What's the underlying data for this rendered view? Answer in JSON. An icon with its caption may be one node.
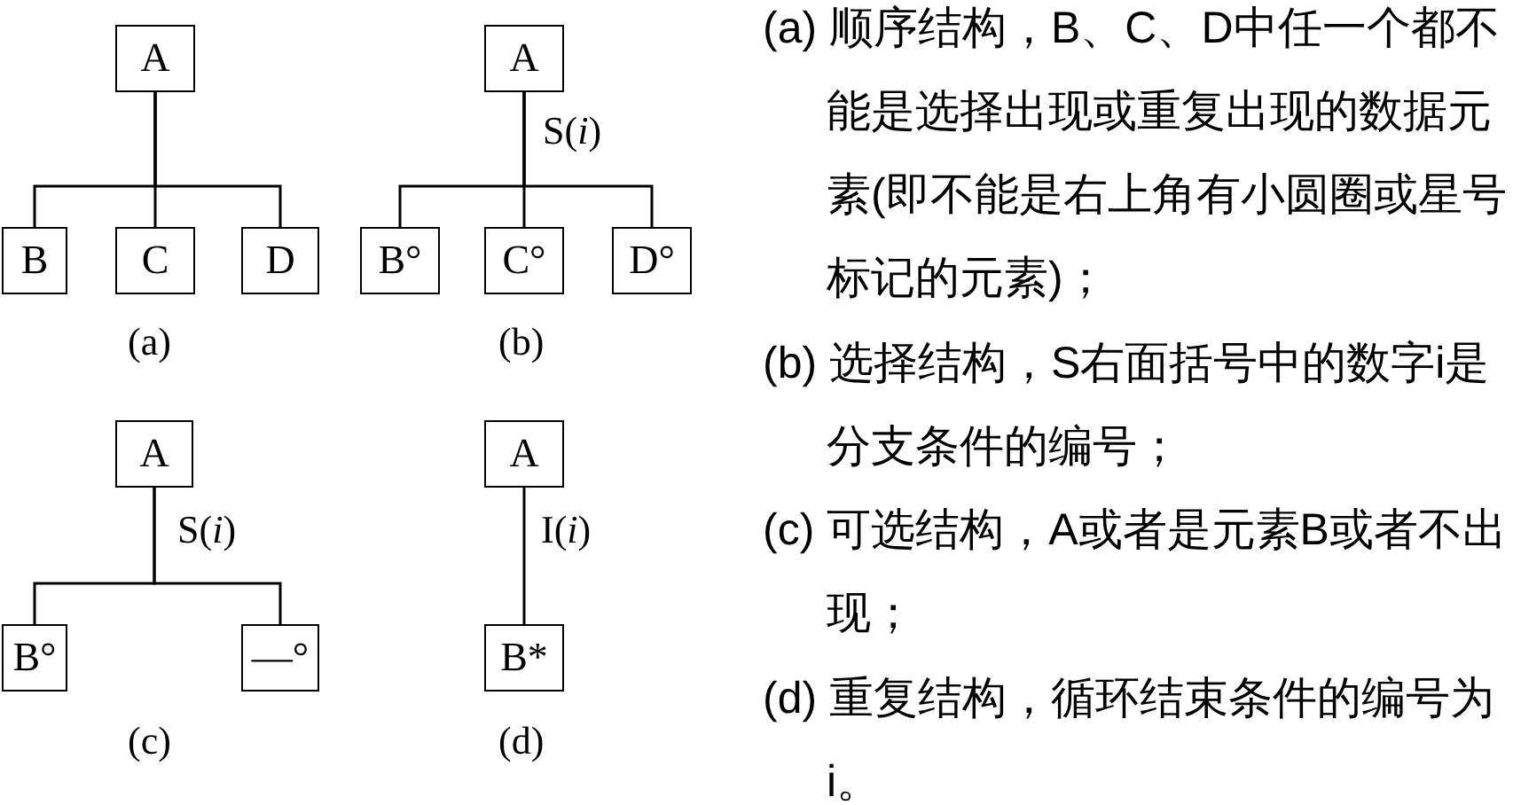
{
  "diagram": {
    "nodes": [
      {
        "text": [
          "A"
        ]
      },
      {
        "text": [
          "B"
        ]
      },
      {
        "text": [
          "C"
        ]
      },
      {
        "text": [
          "D"
        ]
      },
      {
        "text": [
          "A"
        ]
      },
      {
        "text": [
          "B°"
        ]
      },
      {
        "text": [
          "C°"
        ]
      },
      {
        "text": [
          "D°"
        ]
      },
      {
        "text": [
          "A"
        ]
      },
      {
        "text": [
          "B°"
        ]
      },
      {
        "text": [
          "—°"
        ]
      },
      {
        "text": [
          "A"
        ]
      },
      {
        "text": [
          "B*"
        ]
      }
    ],
    "edges": [
      {
        "from": 0,
        "to": 1,
        "arrow": "none"
      },
      {
        "from": 0,
        "to": 2,
        "arrow": "none"
      },
      {
        "from": 0,
        "to": 3,
        "arrow": "none"
      },
      {
        "from": 4,
        "to": 5,
        "arrow": "none"
      },
      {
        "from": 4,
        "to": 6,
        "arrow": "none",
        "label": "S(*i*)"
      },
      {
        "from": 4,
        "to": 7,
        "arrow": "none"
      },
      {
        "from": 8,
        "to": 9,
        "arrow": "none",
        "label": "S(*i*)"
      },
      {
        "from": 8,
        "to": 10,
        "arrow": "none"
      },
      {
        "from": 11,
        "to": 12,
        "arrow": "none",
        "label": "I(*i*)"
      }
    ],
    "labels": [
      "(a)",
      "(b)",
      "(c)",
      "(d)",
      "(a) 顺序结构，B、C、D中任一个都不能是选择出现或重复出现的数据元素(即不能是右上角有小圆圈或星号标记的元素)；",
      "(b) 选择结构，S右面括号中的数字i是分支条件的编号；",
      "(c) 可选结构，A或者是元素B或者不出现；",
      "(d) 重复结构，循环结束条件的编号为i。"
    ]
  }
}
